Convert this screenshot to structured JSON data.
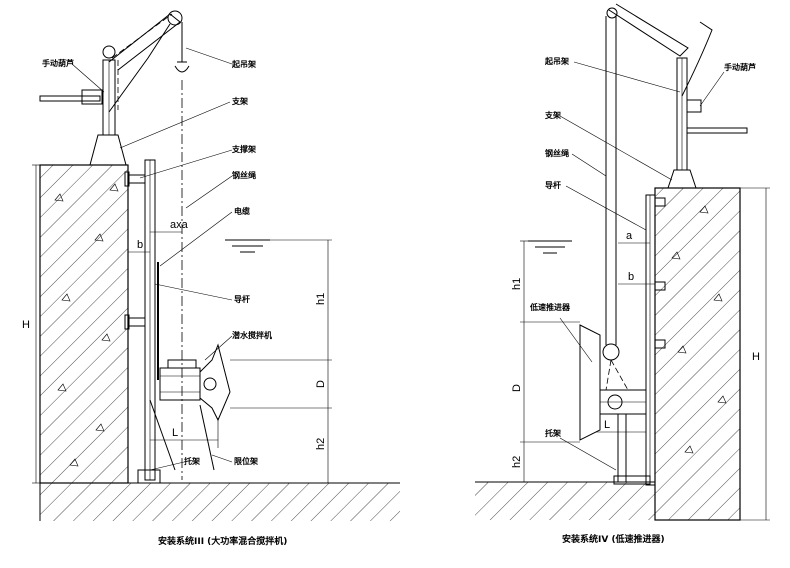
{
  "left": {
    "labels": {
      "hoist": "手动葫芦",
      "crane": "起吊架",
      "support": "支架",
      "brace": "支撑架",
      "rope": "钢丝绳",
      "cable": "电缆",
      "rail": "导杆",
      "mixer": "潜水搅拌机",
      "bracket": "托架",
      "limiter": "限位架"
    },
    "dims": {
      "axa": "axa",
      "b": "b",
      "H": "H",
      "h1": "h1",
      "D": "D",
      "h2": "h2",
      "L": "L"
    },
    "caption": "安装系统III (大功率混合搅拌机)"
  },
  "right": {
    "labels": {
      "crane": "起吊架",
      "hoist": "手动葫芦",
      "support": "支架",
      "rope": "钢丝绳",
      "rail": "导杆",
      "pusher": "低速推进器",
      "bracket": "托架"
    },
    "dims": {
      "a": "a",
      "b": "b",
      "h1": "h1",
      "D": "D",
      "L": "L",
      "h2": "h2",
      "H": "H"
    },
    "caption": "安装系统IV (低速推进器)"
  }
}
